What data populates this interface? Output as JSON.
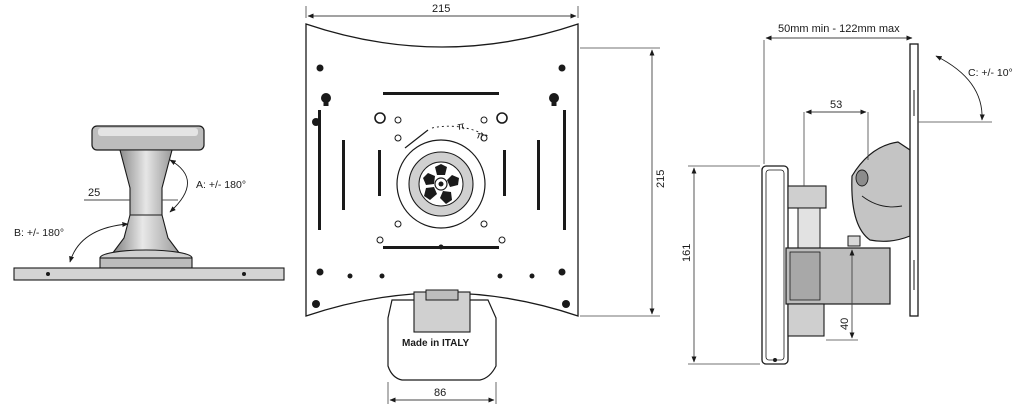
{
  "side_view": {
    "rotation_a": "A: +/- 180°",
    "rotation_b": "B: +/- 180°",
    "column_width": "25"
  },
  "front_view": {
    "plate_width": "215",
    "plate_height": "215",
    "clamp_width": "86",
    "made_in": "Made in ITALY",
    "dial_marks": [
      "π",
      "π"
    ]
  },
  "profile_view": {
    "depth_range": "50mm min - 122mm max",
    "tilt": "C: +/- 10°",
    "arm_offset": "53",
    "height": "161",
    "bottom_offset": "40"
  },
  "colors": {
    "line": "#1a1a1a",
    "metal_light": "#d9d9d9",
    "metal_mid": "#b8b8b8",
    "metal_dark": "#8c8c8c",
    "dim_line": "#444444"
  }
}
